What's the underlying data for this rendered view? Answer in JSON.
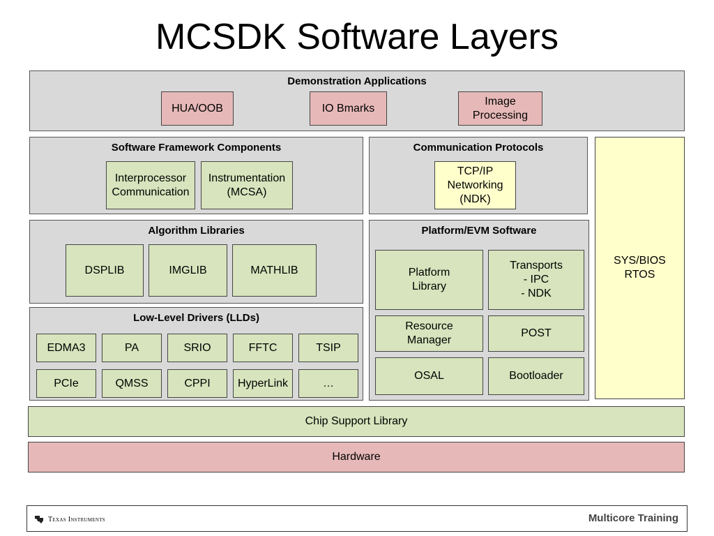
{
  "title": "MCSDK Software Layers",
  "demo": {
    "title": "Demonstration Applications",
    "items": [
      "HUA/OOB",
      "IO Bmarks",
      "Image\nProcessing"
    ]
  },
  "framework": {
    "title": "Software Framework Components",
    "items": [
      "Interprocessor\nCommunication",
      "Instrumentation\n(MCSA)"
    ]
  },
  "comm": {
    "title": "Communication Protocols",
    "items": [
      "TCP/IP\nNetworking\n(NDK)"
    ]
  },
  "sysbios": "SYS/BIOS\nRTOS",
  "algo": {
    "title": "Algorithm Libraries",
    "items": [
      "DSPLIB",
      "IMGLIB",
      "MATHLIB"
    ]
  },
  "platform": {
    "title": "Platform/EVM Software",
    "items": [
      "Platform\nLibrary",
      "Transports\n- IPC\n- NDK",
      "Resource\nManager",
      "POST",
      "OSAL",
      "Bootloader"
    ]
  },
  "lld": {
    "title": "Low-Level Drivers (LLDs)",
    "row1": [
      "EDMA3",
      "PA",
      "SRIO",
      "FFTC",
      "TSIP"
    ],
    "row2": [
      "PCIe",
      "QMSS",
      "CPPI",
      "HyperLink",
      "…"
    ]
  },
  "csl": "Chip Support Library",
  "hardware": "Hardware",
  "footer": {
    "logo_text": "Texas Instruments",
    "right_text": "Multicore Training"
  },
  "colors": {
    "panel": "#d9d9d9",
    "green": "#d7e4bd",
    "pink": "#e6b9b8",
    "yellow": "#ffffcc"
  }
}
